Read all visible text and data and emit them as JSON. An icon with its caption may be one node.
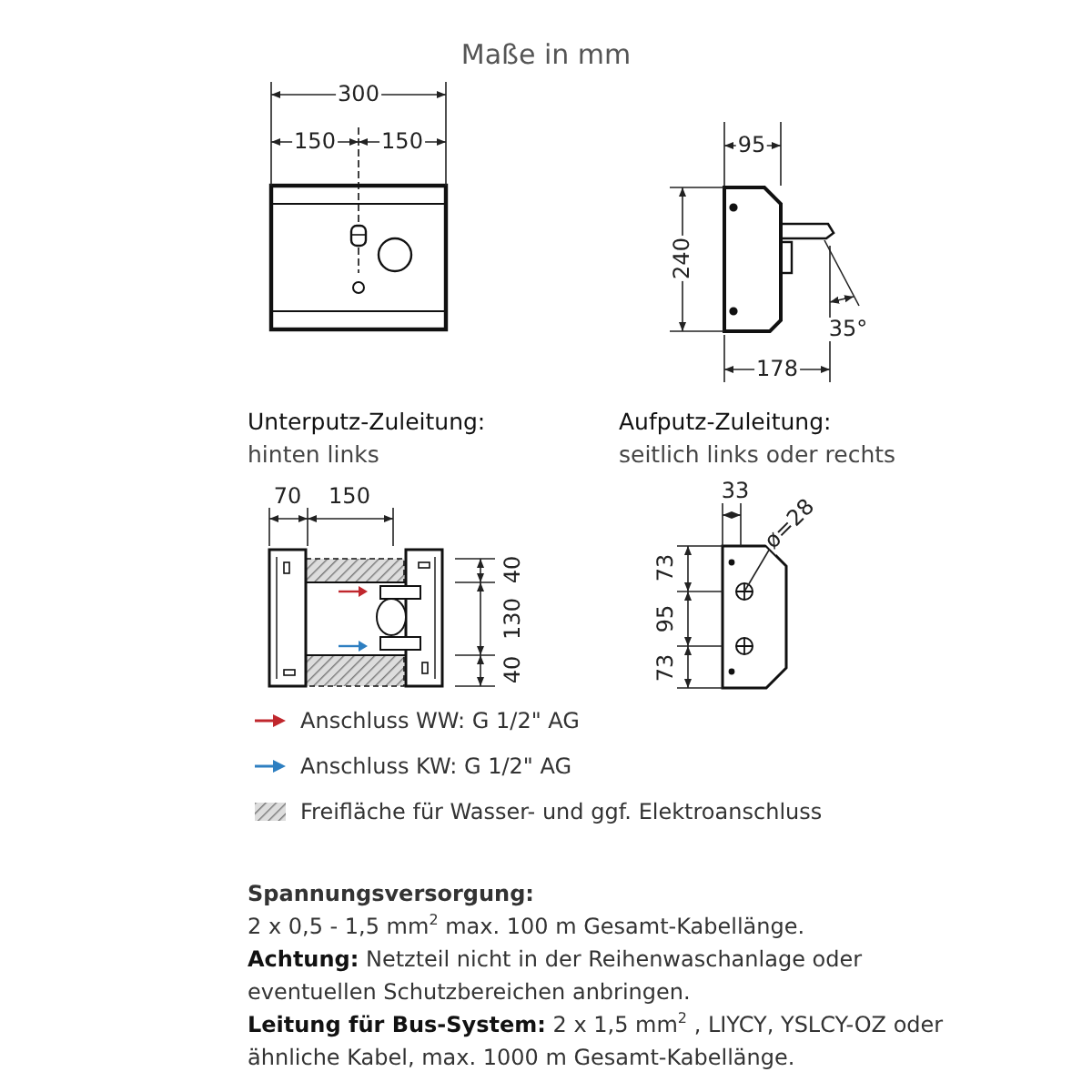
{
  "diagram": {
    "title": "Maße in mm",
    "nodes": [
      {
        "text": [
          "ø=28"
        ]
      },
      {
        "text": [],
        "shape": "circle"
      }
    ],
    "edges": [
      {
        "from": 0,
        "to": 1,
        "arrow": "none"
      }
    ],
    "labels": [
      "300",
      "150",
      "150",
      "95",
      "240",
      "35°",
      "178",
      "Unterputz-Zuleitung:",
      "hinten links",
      "Aufputz-Zuleitung:",
      "seitlich links oder rechts",
      "70",
      "150",
      "40",
      "130",
      "40",
      "33",
      "73",
      "95",
      "73",
      "Spannungsversorgung:",
      "2 x 0,5 - 1,5 mm$^{2}$  max. 100 m Gesamt-Kabellänge.",
      "**Achtung:** Netzteil nicht in der Reihenwaschanlage oder eventuellen Schutzbereichen anbringen.",
      "**Leitung für Bus-System:** 2 x 1,5 mm$^{2}$ , LIYCY, YSLCY-OZ oder ähnliche Kabel, max. 1000 m Gesamt-Kabellänge."
    ],
    "legend": [
      {
        "text": "Anschluss WW: G 1/2\" AG"
      },
      {
        "text": "Anschluss KW:  G 1/2\" AG"
      },
      {
        "text": "Freifläche für Wasser- und ggf. Elektroanschluss"
      }
    ]
  }
}
